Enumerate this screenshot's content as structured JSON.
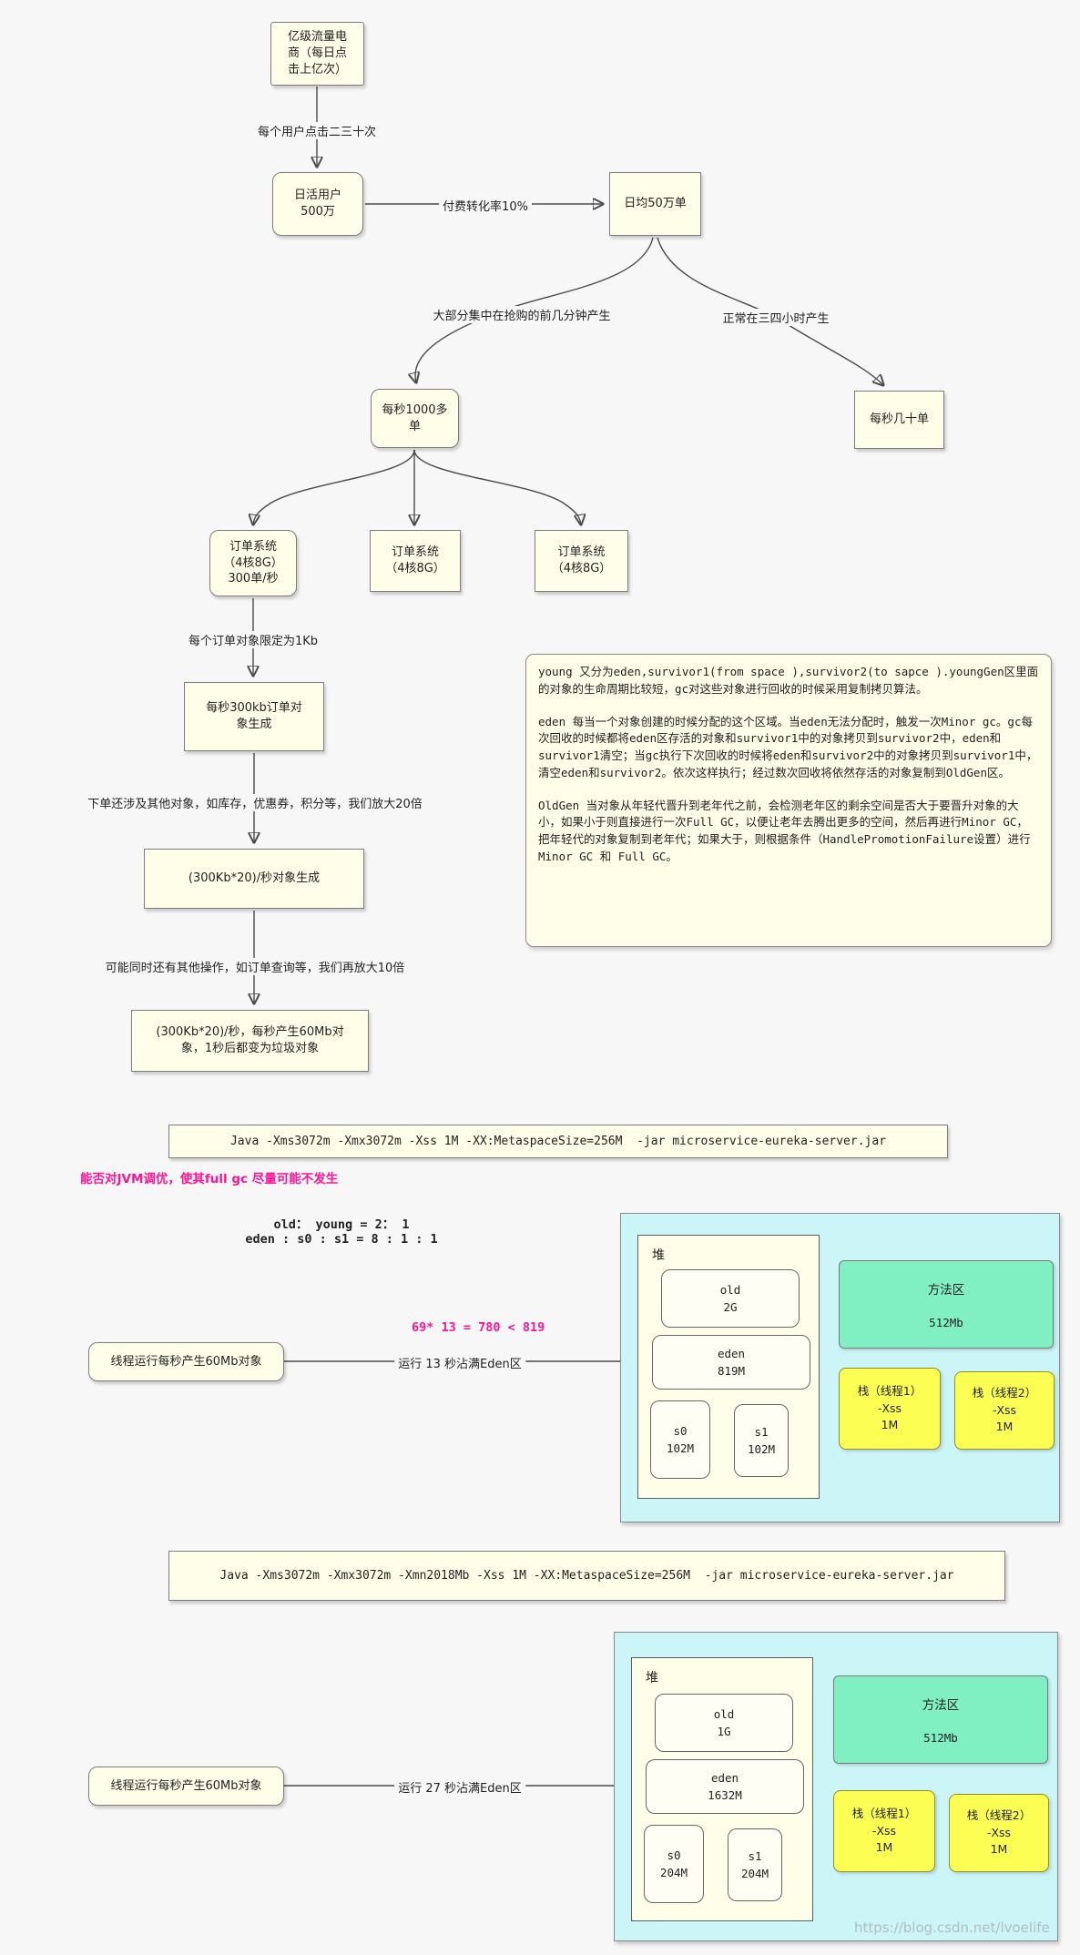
{
  "flow": {
    "traffic": "亿级流量电\n商（每日点\n击上亿次）",
    "dau": "日活用户\n500万",
    "daily_orders": "日均50万单",
    "per_sec_1000": "每秒1000多\n单",
    "per_sec_tens": "每秒几十单",
    "order_sys_1": "订单系统\n（4核8G）\n300单/秒",
    "order_sys_2": "订单系统\n（4核8G）",
    "order_sys_3": "订单系统\n（4核8G）",
    "obj_300kb": "每秒300kb订单对\n象生成",
    "obj_300kb_20": "(300Kb*20)/秒对象生成",
    "obj_60mb": "(300Kb*20)/秒，每秒产生60Mb对\n象，1秒后都变为垃圾对象",
    "labels": {
      "clicks": "每个用户点击二三十次",
      "conversion": "付费转化率10%",
      "burst": "大部分集中在抢购的前几分钟产生",
      "normal": "正常在三四小时产生",
      "order_limit": "每个订单对象限定为1Kb",
      "amplify20": "下单还涉及其他对象，如库存，优惠券，积分等，我们放大20倍",
      "amplify10": "可能同时还有其他操作，如订单查询等，我们再放大10倍"
    }
  },
  "gc_note": {
    "young": "young 又分为eden,survivor1(from space ),survivor2(to sapce ).youngGen区里面的对象的生命周期比较短，gc对这些对象进行回收的时候采用复制拷贝算法。",
    "eden": "eden 每当一个对象创建的时候分配的这个区域。当eden无法分配时，触发一次Minor gc。gc每次回收的时候都将eden区存活的对象和survivor1中的对象拷贝到survivor2中，eden和survivor1清空；当gc执行下次回收的时候将eden和survivor2中的对象拷贝到survivor1中，清空eden和survivor2。依次这样执行；经过数次回收将依然存活的对象复制到OldGen区。",
    "oldgen": "OldGen 当对象从年轻代晋升到老年代之前，会检测老年区的剩余空间是否大于要晋升对象的大小，如果小于则直接进行一次Full GC，以便让老年去腾出更多的空间，然后再进行Minor GC，把年轻代的对象复制到老年代；如果大于，则根据条件（HandlePromotionFailure设置）进行Minor GC 和 Full GC。"
  },
  "jvm": {
    "cmd1": "Java -Xms3072m -Xmx3072m -Xss 1M -XX:MetaspaceSize=256M  -jar microservice-eureka-server.jar",
    "cmd2": "Java -Xms3072m -Xmx3072m -Xmn2018Mb -Xss 1M -XX:MetaspaceSize=256M  -jar microservice-eureka-server.jar",
    "question": "能否对JVM调优，使其full gc 尽量可能不发生",
    "ratio_old_young": "old： young = 2： 1",
    "ratio_eden": "eden : s0 : s1 = 8 : 1 : 1",
    "calc": "69* 13 = 780 < 819"
  },
  "sim1": {
    "thread": "线程运行每秒产生60Mb对象",
    "run": "运行 13 秒沾满Eden区",
    "heap_label": "堆",
    "old": "old\n2G",
    "eden": "eden\n819M",
    "s0": "s0\n102M",
    "s1": "s1\n102M",
    "method_title": "方法区",
    "method_size": "512Mb",
    "stack1": "栈（线程1）\n-Xss\n1M",
    "stack2": "栈（线程2）\n-Xss\n1M"
  },
  "sim2": {
    "thread": "线程运行每秒产生60Mb对象",
    "run": "运行 27 秒沾满Eden区",
    "heap_label": "堆",
    "old": "old\n1G",
    "eden": "eden\n1632M",
    "s0": "s0\n204M",
    "s1": "s1\n204M",
    "method_title": "方法区",
    "method_size": "512Mb",
    "stack1": "栈（线程1）\n-Xss\n1M",
    "stack2": "栈（线程2）\n-Xss\n1M"
  },
  "watermark": "https://blog.csdn.net/lvoelife",
  "colors": {
    "box_fill": "#fffee8",
    "cyan_fill": "#cbf5f7",
    "green_fill": "#80f0c2",
    "yellow_fill": "#fdfe53",
    "pink_text": "#ff1493"
  }
}
